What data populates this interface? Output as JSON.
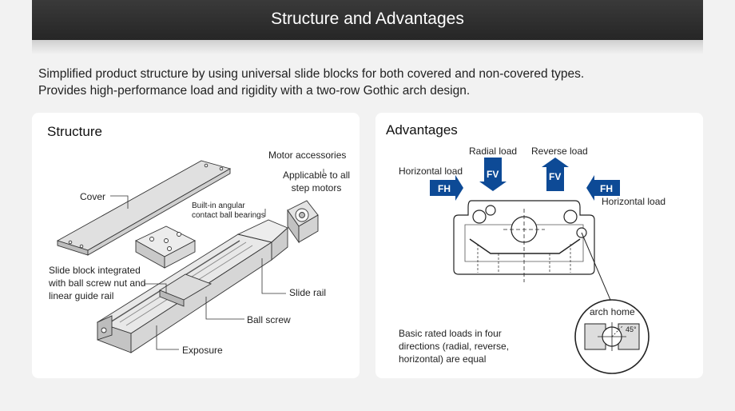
{
  "header": {
    "title": "Structure and Advantages"
  },
  "intro": {
    "line1": "Simplified product structure by using universal slide blocks for both covered and non-covered types.",
    "line2": "Provides high-performance load and rigidity with a two-row Gothic arch design."
  },
  "structure": {
    "title": "Structure",
    "labels": {
      "cover": "Cover",
      "motor_accessories": "Motor accessories",
      "motor_note_1": "Applicable to all",
      "motor_note_2": "step motors",
      "bearings_1": "Built-in angular",
      "bearings_2": "contact ball bearings",
      "slide_block_1": "Slide block integrated",
      "slide_block_2": "with ball screw nut and",
      "slide_block_3": "linear guide rail",
      "slide_rail": "Slide rail",
      "ball_screw": "Ball screw",
      "exposure": "Exposure"
    }
  },
  "advantages": {
    "title": "Advantages",
    "labels": {
      "radial_load": "Radial load",
      "reverse_load": "Reverse load",
      "horizontal_load_left": "Horizontal load",
      "horizontal_load_right": "Horizontal load",
      "arch_home": "arch home",
      "note_1": "Basic rated loads in four",
      "note_2": "directions (radial, reverse,",
      "note_3": "horizontal) are equal"
    },
    "arrows": {
      "fh_left": "FH",
      "fv_down": "FV",
      "fv_up": "FV",
      "fh_right": "FH"
    },
    "arch_angle": "45°"
  },
  "colors": {
    "arrow_blue": "#0d4a96",
    "header_bg": "#2e2e2e",
    "panel_bg": "#ffffff"
  }
}
